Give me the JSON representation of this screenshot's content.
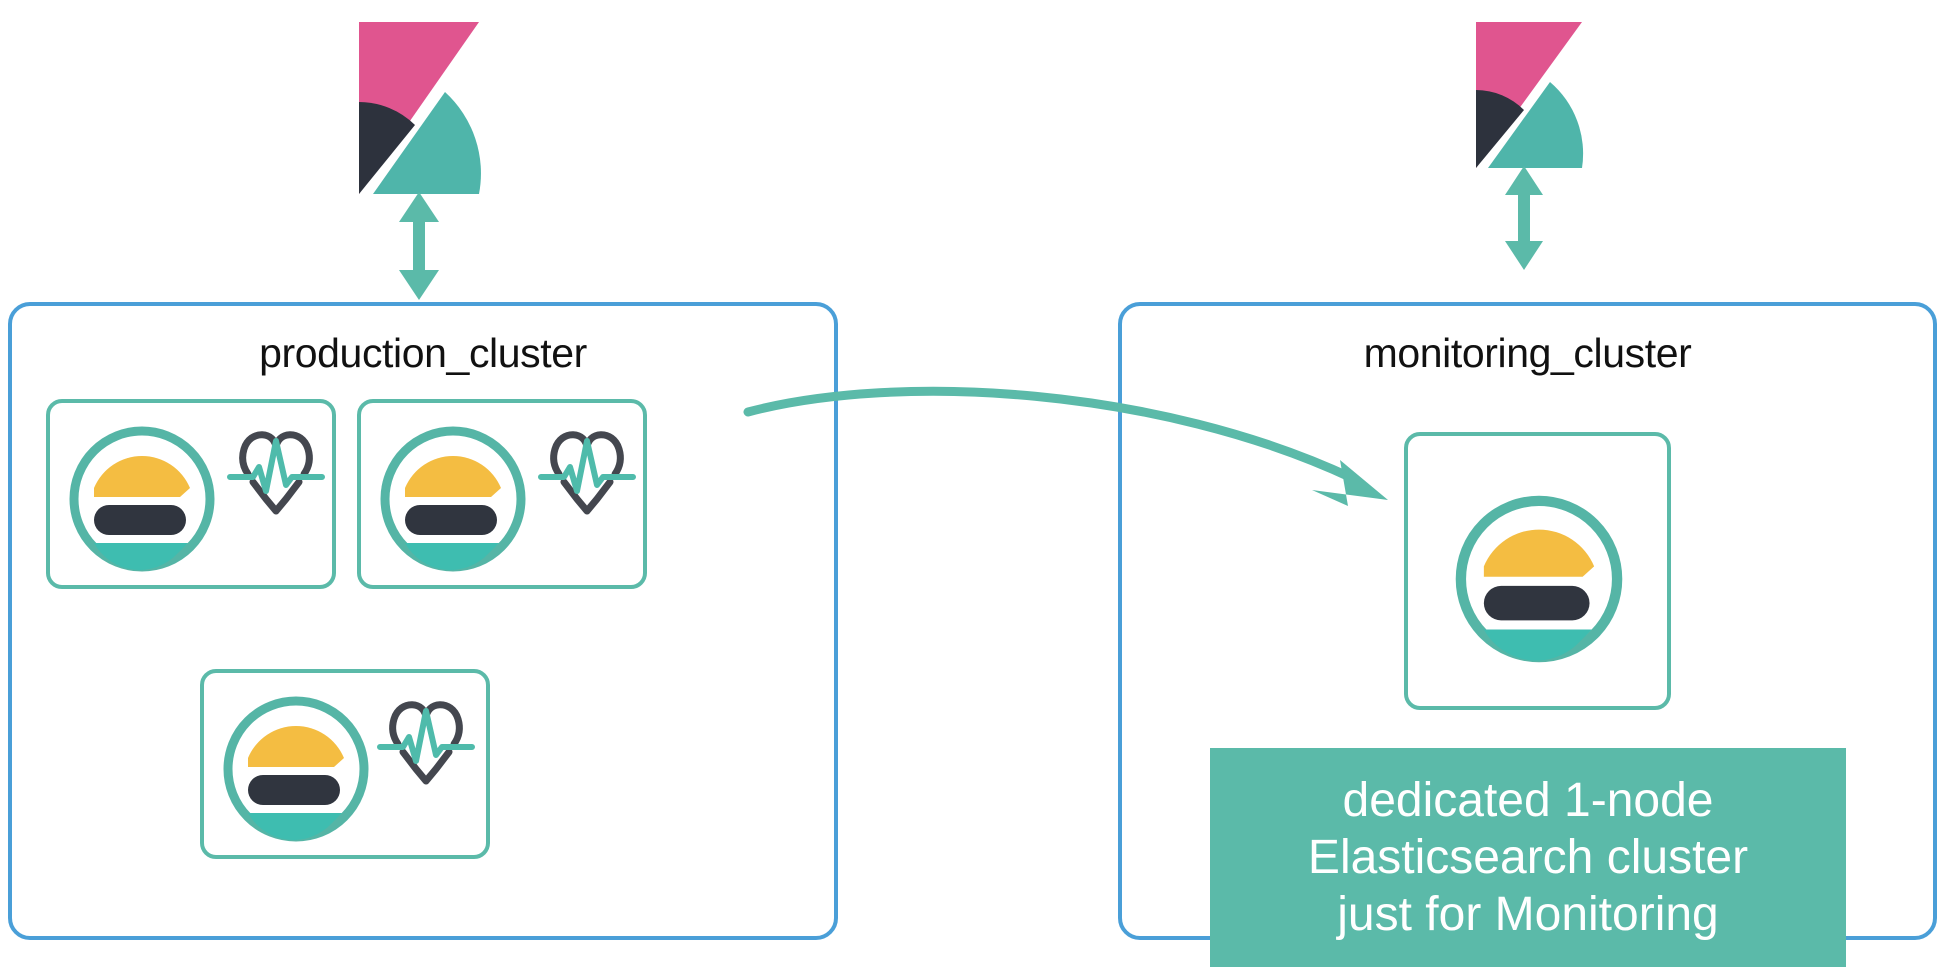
{
  "diagram": {
    "title": "Elasticsearch dedicated monitoring cluster architecture",
    "colors": {
      "cluster_border": "#4a9fd8",
      "node_border": "#5bbaa9",
      "teal": "#5bbaa9",
      "elastic_yellow": "#f4bd42",
      "elastic_dark": "#30353f",
      "elastic_teal": "#3ebdb0",
      "kibana_pink": "#e0558f",
      "kibana_dark": "#2d323d",
      "callout_bg": "#5bbaa9",
      "callout_text": "#ffffff",
      "title_text": "#111111"
    },
    "clusters": [
      {
        "id": "production",
        "label": "production_cluster",
        "nodes": [
          {
            "id": "prod-node-1",
            "icon": "elasticsearch-logo",
            "health": "heartbeat-icon"
          },
          {
            "id": "prod-node-2",
            "icon": "elasticsearch-logo",
            "health": "heartbeat-icon"
          },
          {
            "id": "prod-node-3",
            "icon": "elasticsearch-logo",
            "health": "heartbeat-icon"
          }
        ]
      },
      {
        "id": "monitoring",
        "label": "monitoring_cluster",
        "nodes": [
          {
            "id": "mon-node-1",
            "icon": "elasticsearch-logo",
            "health": null
          }
        ]
      }
    ],
    "kibana_instances": [
      {
        "id": "kibana-production",
        "icon": "kibana-logo",
        "connector": "double-headed-arrow"
      },
      {
        "id": "kibana-monitoring",
        "icon": "kibana-logo",
        "connector": "double-headed-arrow"
      }
    ],
    "shipping_arrow": {
      "id": "monitoring-data-arrow",
      "from": "production_cluster",
      "to": "monitoring_cluster",
      "style": "curved-arrow"
    },
    "callout": {
      "lines": [
        "dedicated 1-node",
        "Elasticsearch cluster",
        "just for Monitoring"
      ]
    }
  }
}
